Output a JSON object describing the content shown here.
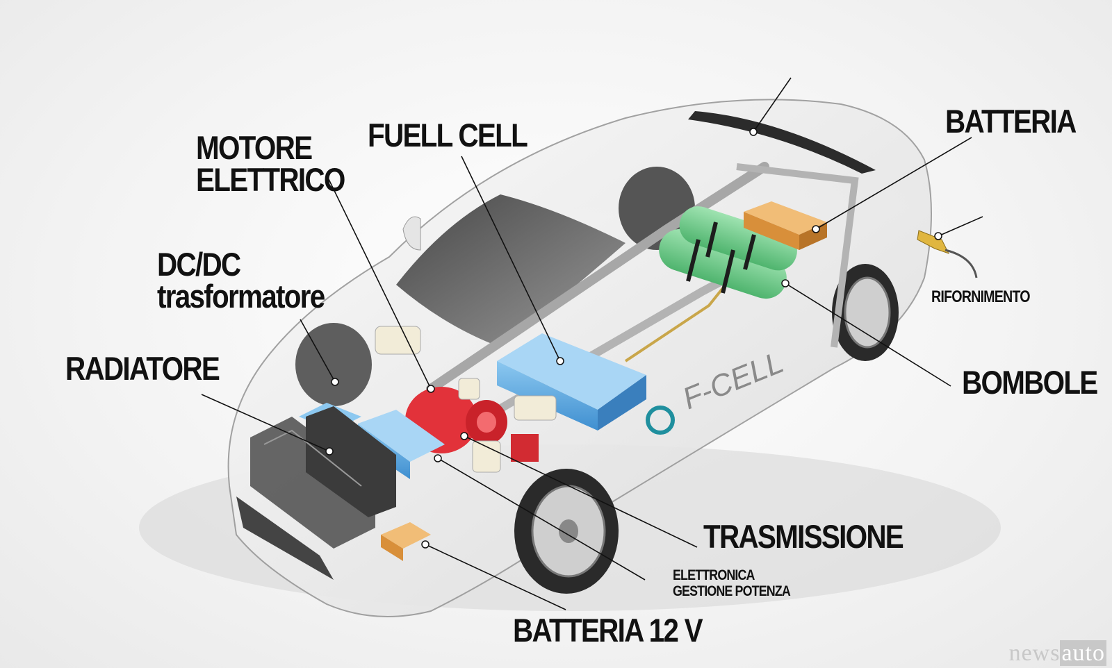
{
  "labels": {
    "motore": [
      "MOTORE",
      "ELETTRICO"
    ],
    "fuell_cell": "FUELL CELL",
    "batteria": "BATTERIA",
    "dcdc": [
      "DC/DC",
      "trasformatore"
    ],
    "rifornimento": "RIFORNIMENTO",
    "radiatore": "RADIATORE",
    "bombole": "BOMBOLE",
    "trasmissione": "TRASMISSIONE",
    "elettronica": [
      "ELETTRONICA",
      "GESTIONE POTENZA"
    ],
    "batteria12": "BATTERIA 12 V",
    "car_badge": "F-CELL"
  },
  "watermark": {
    "part1": "news",
    "part2": "auto"
  },
  "colors": {
    "fuel_cell_blue": "#5aa7e0",
    "motor_red": "#e2323a",
    "tank_green": "#6fce8a",
    "battery_orange": "#e7a04c",
    "leader_line": "#111111"
  }
}
